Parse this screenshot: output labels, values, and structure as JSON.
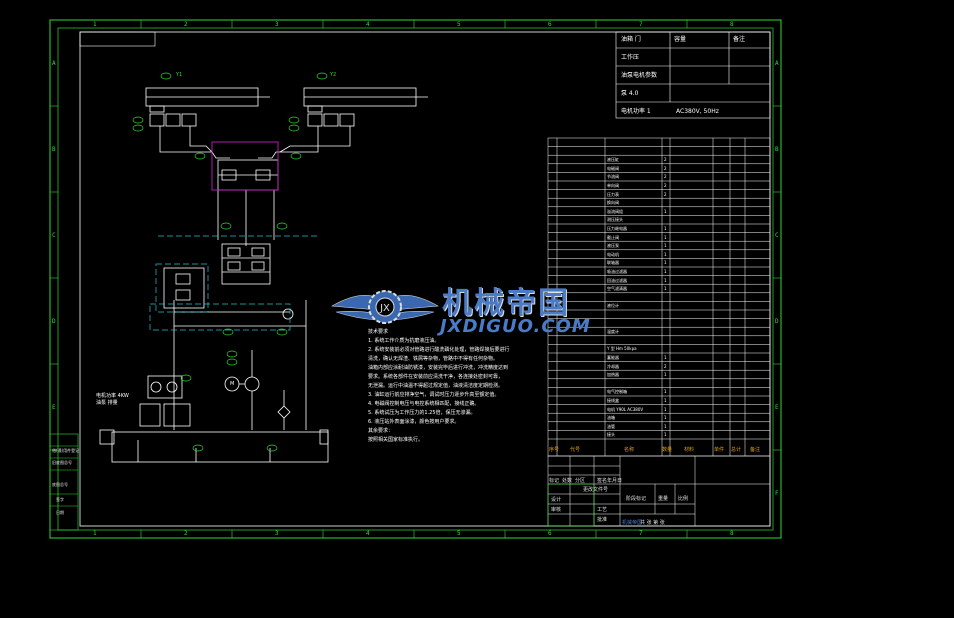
{
  "colors": {
    "frame": "#2fdc2f",
    "line": "#ffffff",
    "accent_magenta": "#c020c0",
    "cyan": "#20c0d0",
    "watermark": "#4a7bc7",
    "title_text": "#e0a010"
  },
  "zones": {
    "columns": [
      "1",
      "2",
      "3",
      "4",
      "5",
      "6",
      "7",
      "8"
    ],
    "rows": [
      "A",
      "B",
      "C",
      "D",
      "E",
      "F"
    ]
  },
  "info_block": {
    "rows": [
      {
        "a": "油箱 门",
        "b": "容量",
        "c": "备注"
      },
      {
        "a": "工作压",
        "b": "",
        "c": ""
      },
      {
        "a": "油泵电机参数",
        "b": "",
        "c": ""
      },
      {
        "a": "泵 4.0",
        "b": "",
        "c": ""
      },
      {
        "a": "电机功率 1",
        "b": "AC380V, 50Hz",
        "c": ""
      }
    ]
  },
  "bom": {
    "rows": [
      {
        "name": "",
        "qty": ""
      },
      {
        "name": "",
        "qty": ""
      },
      {
        "name": "液压缸",
        "qty": "2"
      },
      {
        "name": "电磁阀",
        "qty": "2"
      },
      {
        "name": "节流阀",
        "qty": "2"
      },
      {
        "name": "单向阀",
        "qty": "2"
      },
      {
        "name": "压力表",
        "qty": "2"
      },
      {
        "name": "换向阀",
        "qty": ""
      },
      {
        "name": "溢流阀组",
        "qty": "1"
      },
      {
        "name": "测压接头",
        "qty": ""
      },
      {
        "name": "压力继电器",
        "qty": "1"
      },
      {
        "name": "截止阀",
        "qty": "1"
      },
      {
        "name": "液压泵",
        "qty": "1"
      },
      {
        "name": "电动机",
        "qty": "1"
      },
      {
        "name": "联轴器",
        "qty": "1"
      },
      {
        "name": "吸油过滤器",
        "qty": "1"
      },
      {
        "name": "回油过滤器",
        "qty": "1"
      },
      {
        "name": "空气滤清器",
        "qty": "1"
      },
      {
        "name": "",
        "qty": ""
      },
      {
        "name": "液位计",
        "qty": ""
      },
      {
        "name": "",
        "qty": ""
      },
      {
        "name": "",
        "qty": ""
      },
      {
        "name": "温度计",
        "qty": ""
      },
      {
        "name": "",
        "qty": ""
      },
      {
        "name": "Y 型 Hm 50kpa",
        "qty": ""
      },
      {
        "name": "蓄能器",
        "qty": "1"
      },
      {
        "name": "冷却器",
        "qty": "2"
      },
      {
        "name": "加热器",
        "qty": "1"
      },
      {
        "name": "",
        "qty": ""
      },
      {
        "name": "电气控制箱",
        "qty": "1"
      },
      {
        "name": "接线盒",
        "qty": "1"
      },
      {
        "name": "电机 Y90L AC380V",
        "qty": "1"
      },
      {
        "name": "油箱",
        "qty": "1"
      },
      {
        "name": "油管",
        "qty": "1"
      },
      {
        "name": "接头",
        "qty": "1"
      }
    ],
    "header": [
      "序号",
      "代号",
      "名称",
      "数量",
      "材料",
      "单件",
      "总计",
      "备注"
    ]
  },
  "title_block": {
    "left": [
      "标记",
      "处数",
      "分区",
      "更改文件号",
      "签名",
      "年月日"
    ],
    "roles": [
      "设计",
      "审核",
      "工艺",
      "批准"
    ],
    "stage": [
      "阶段标记",
      "重量",
      "比例"
    ],
    "sheet": "共 张 第 张",
    "logo_text": "机械帝国"
  },
  "left_strip": [
    "借(通)用件登记",
    "旧底图总号",
    "底图总号",
    "签字",
    "日期"
  ],
  "notes": {
    "title": "技术要求",
    "lines": [
      "1. 系统工作介质为抗磨液压油。",
      "2. 系统安装前必须对管路进行酸洗磷化处理，管路焊接后要进行",
      "   清洗，确认无焊渣、铁屑等杂物，管路中不得有任何杂物。",
      "   油箱内部应涂耐油防锈漆，安装完毕后进行冲洗，冲洗精度达到",
      "   要求。系统各部件在安装前应清洗干净，各连接处密封可靠，",
      "   无泄漏。运行中油温不得超过规定值，油液清洁度定期检测。",
      "3. 油缸运行前应排净空气，调试时压力逐步升高至额定值。",
      "4. 电磁阀控制电压与电控系统相匹配，接线正确。",
      "5. 系统试压为工作压力的1.25倍，保压无渗漏。",
      "6. 液压站外表面涂漆，颜色按用户要求。",
      "   其余要求：",
      "   按照相关国家标准执行。"
    ]
  },
  "schematic_tags": {
    "top_left": "Y1",
    "top_right": "Y2",
    "motor_label": "M",
    "pump_note": "电机功率 4KW",
    "pump_note2": "油泵 排量"
  },
  "watermark": {
    "cn": "机械帝国",
    "en": "JXDIGUO.COM"
  }
}
